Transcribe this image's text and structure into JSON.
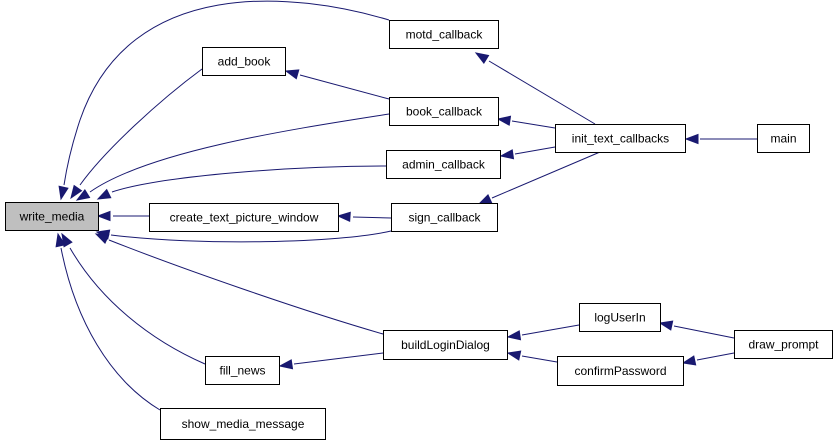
{
  "graph": {
    "colors": {
      "edge": "#191970",
      "node_border": "#000000",
      "node_fill": "#ffffff",
      "highlight_fill": "#bfbfbf"
    },
    "nodes": [
      {
        "id": "write_media",
        "label": "write_media",
        "highlight": true
      },
      {
        "id": "motd_callback",
        "label": "motd_callback"
      },
      {
        "id": "add_book",
        "label": "add_book"
      },
      {
        "id": "book_callback",
        "label": "book_callback"
      },
      {
        "id": "admin_callback",
        "label": "admin_callback"
      },
      {
        "id": "create_text_picture_window",
        "label": "create_text_picture_window"
      },
      {
        "id": "sign_callback",
        "label": "sign_callback"
      },
      {
        "id": "init_text_callbacks",
        "label": "init_text_callbacks"
      },
      {
        "id": "main",
        "label": "main"
      },
      {
        "id": "buildLoginDialog",
        "label": "buildLoginDialog"
      },
      {
        "id": "logUserIn",
        "label": "logUserIn"
      },
      {
        "id": "confirmPassword",
        "label": "confirmPassword"
      },
      {
        "id": "draw_prompt",
        "label": "draw_prompt"
      },
      {
        "id": "fill_news",
        "label": "fill_news"
      },
      {
        "id": "show_media_message",
        "label": "show_media_message"
      }
    ],
    "edges": [
      {
        "from": "motd_callback",
        "to": "write_media"
      },
      {
        "from": "add_book",
        "to": "write_media"
      },
      {
        "from": "book_callback",
        "to": "write_media"
      },
      {
        "from": "admin_callback",
        "to": "write_media"
      },
      {
        "from": "create_text_picture_window",
        "to": "write_media"
      },
      {
        "from": "sign_callback",
        "to": "write_media"
      },
      {
        "from": "buildLoginDialog",
        "to": "write_media"
      },
      {
        "from": "fill_news",
        "to": "write_media"
      },
      {
        "from": "show_media_message",
        "to": "write_media"
      },
      {
        "from": "book_callback",
        "to": "add_book"
      },
      {
        "from": "sign_callback",
        "to": "create_text_picture_window"
      },
      {
        "from": "init_text_callbacks",
        "to": "motd_callback"
      },
      {
        "from": "init_text_callbacks",
        "to": "book_callback"
      },
      {
        "from": "init_text_callbacks",
        "to": "admin_callback"
      },
      {
        "from": "init_text_callbacks",
        "to": "sign_callback"
      },
      {
        "from": "main",
        "to": "init_text_callbacks"
      },
      {
        "from": "buildLoginDialog",
        "to": "fill_news"
      },
      {
        "from": "logUserIn",
        "to": "buildLoginDialog"
      },
      {
        "from": "confirmPassword",
        "to": "buildLoginDialog"
      },
      {
        "from": "draw_prompt",
        "to": "logUserIn"
      },
      {
        "from": "draw_prompt",
        "to": "confirmPassword"
      }
    ]
  }
}
